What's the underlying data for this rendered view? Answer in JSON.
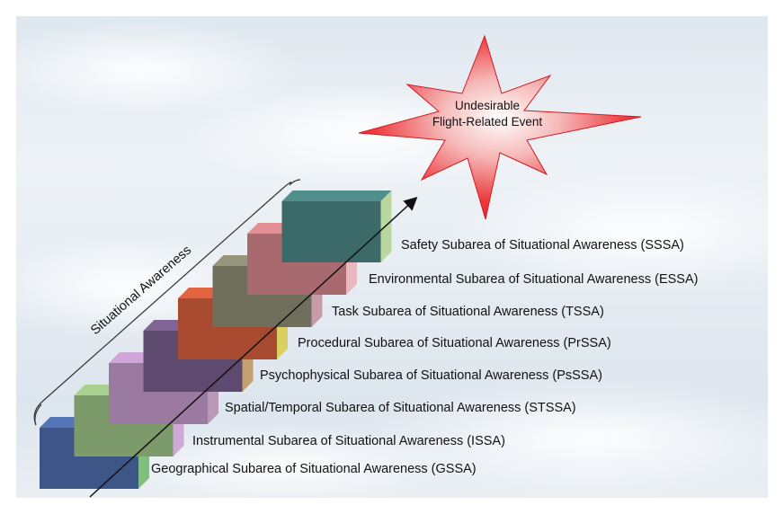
{
  "event": {
    "line1": "Undesirable",
    "line2": "Flight-Related Event"
  },
  "brace_label": "Situational Awareness",
  "subareas": [
    {
      "label": "Geographical Subarea of Situational Awareness (GSSA)",
      "color": "#3e5687"
    },
    {
      "label": "Instrumental Subarea of Situational Awareness (ISSA)",
      "color": "#7d9a6a"
    },
    {
      "label": "Spatial/Temporal Subarea of Situational Awareness (STSSA)",
      "color": "#9a7aa0"
    },
    {
      "label": "Psychophysical Subarea of Situational Awareness (PsSSA)",
      "color": "#5e4a6e"
    },
    {
      "label": "Procedural Subarea of Situational Awareness (PrSSA)",
      "color": "#a84a30"
    },
    {
      "label": "Task Subarea of Situational Awareness (TSSA)",
      "color": "#6f6f5c"
    },
    {
      "label": "Environmental Subarea of Situational Awareness (ESSA)",
      "color": "#a86a6e"
    },
    {
      "label": "Safety Subarea of Situational Awareness (SSSA)",
      "color": "#5e3f5a"
    }
  ],
  "top_block_color": "#3c6a68",
  "star_color": "#e8202a"
}
